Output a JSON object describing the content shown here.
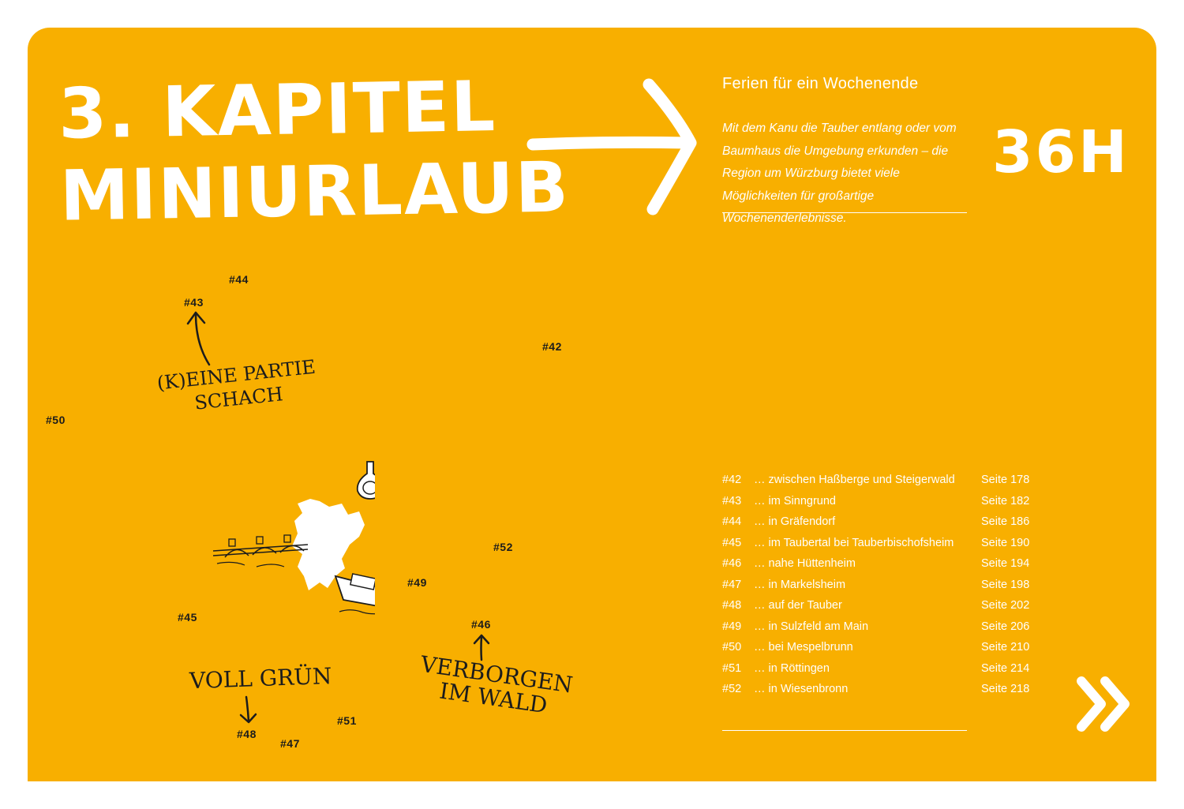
{
  "chapter": {
    "line1": "3. KAPITEL",
    "line2": "MINIURLAUB"
  },
  "subtitle": "Ferien für ein Wochenende",
  "intro": "Mit dem Kanu die Tauber entlang oder vom Baumhaus die Umgebung erkunden – die Region um Würzburg bietet viele Möglichkeiten für großartige Wochenenderlebnisse.",
  "hours": "36H",
  "toc": [
    {
      "num": "#42",
      "text": "… zwischen Haßberge und Steigerwald",
      "page": "Seite 178"
    },
    {
      "num": "#43",
      "text": "… im Sinngrund",
      "page": "Seite 182"
    },
    {
      "num": "#44",
      "text": "… in Gräfendorf",
      "page": "Seite 186"
    },
    {
      "num": "#45",
      "text": "… im Taubertal bei Tauberbischofsheim",
      "page": "Seite 190"
    },
    {
      "num": "#46",
      "text": "… nahe Hüttenheim",
      "page": "Seite 194"
    },
    {
      "num": "#47",
      "text": "… in Markelsheim",
      "page": "Seite 198"
    },
    {
      "num": "#48",
      "text": "… auf der Tauber",
      "page": "Seite 202"
    },
    {
      "num": "#49",
      "text": "… in Sulzfeld am Main",
      "page": "Seite 206"
    },
    {
      "num": "#50",
      "text": "… bei Mespelbrunn",
      "page": "Seite 210"
    },
    {
      "num": "#51",
      "text": "… in Röttingen",
      "page": "Seite 214"
    },
    {
      "num": "#52",
      "text": "… in Wiesenbronn",
      "page": "Seite 218"
    }
  ],
  "map": {
    "labels": {
      "m42": "#42",
      "m43": "#43",
      "m44": "#44",
      "m45": "#45",
      "m46": "#46",
      "m47": "#47",
      "m48": "#48",
      "m49": "#49",
      "m50": "#50",
      "m51": "#51",
      "m52": "#52"
    },
    "notes": {
      "chess_line1": "(K)EINE PARTIE",
      "chess_line2": "SCHACH",
      "green": "VOLL GRÜN",
      "forest_line1": "VERBORGEN",
      "forest_line2": "IM WALD"
    }
  },
  "colors": {
    "background": "#F8AF00",
    "text": "#ffffff",
    "ink": "#1c1c1c"
  }
}
